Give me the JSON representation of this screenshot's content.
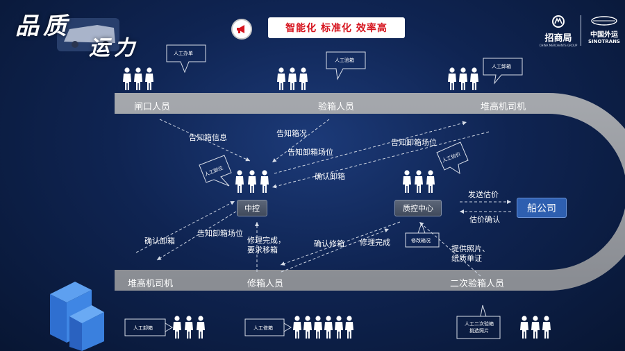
{
  "header": {
    "brand_line1": "品质",
    "brand_line2": "运力",
    "banner": "智能化   标准化   效率高",
    "logo_cm_name": "招商局",
    "logo_cm_sub": "CHINA MERCHANTS GROUP",
    "logo_st_name": "中国外运",
    "logo_st_sub": "SINOTRANS"
  },
  "track": {
    "top_left": "闸口人员",
    "top_mid": "验箱人员",
    "top_right": "堆高机司机",
    "bottom_left": "堆高机司机",
    "bottom_mid": "修箱人员",
    "bottom_right": "二次验箱人员"
  },
  "nodes": {
    "central": "中控",
    "qc_center": "质控中心",
    "shipping_company": "船公司"
  },
  "callouts": {
    "manual_docs": "人工办单",
    "manual_inspect": "人工验箱",
    "manual_unload_top": "人工卸箱",
    "manual_position": "人工卸位",
    "manual_estimate": "人工估价",
    "repair_inspect": "修改箱况",
    "manual_unload_bottom": "人工卸箱",
    "manual_repair": "人工修箱",
    "manual_second": "人工二次验箱\n挑选照片"
  },
  "flows": {
    "notify_info": "告知箱信息",
    "notify_condition": "告知箱况",
    "notify_position_top": "告知卸箱场位",
    "notify_position_right": "告知卸箱场位",
    "confirm_unload_right": "确认卸箱",
    "send_estimate": "发送估价",
    "confirm_estimate": "估价确认",
    "confirm_unload_left": "确认卸箱",
    "notify_position_bottom": "告知卸箱场位",
    "repair_done_request": "修理完成，\n要求移箱",
    "confirm_repair": "确认修箱",
    "repair_done": "修理完成",
    "provide_photos": "提供照片、\n纸质单证"
  }
}
